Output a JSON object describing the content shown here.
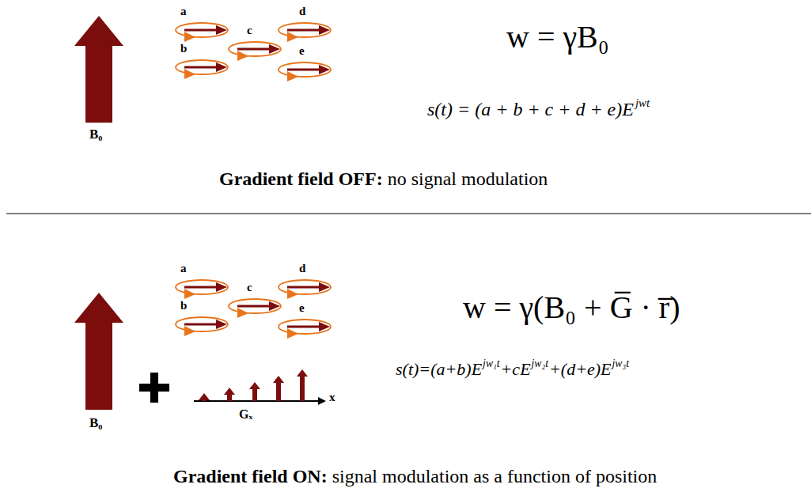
{
  "diagram": {
    "labels": [
      "B₀",
      "a",
      "b",
      "c",
      "d",
      "e",
      "w = γB₀",
      "s(t) = (a + b + c + d + e)E",
      "jwt",
      "Gradient field OFF:",
      "no signal modulation",
      "B₀",
      "a",
      "b",
      "c",
      "d",
      "e",
      "Gₓ",
      "x",
      "w = γ(B₀ + G̅ · r̅)",
      "s(t)=(a+b)E",
      "jw₁t",
      "+cE",
      "jw₂t",
      "+(d+e)E",
      "jw₃t",
      "Gradient field ON:",
      "signal modulation as a function of position"
    ]
  }
}
